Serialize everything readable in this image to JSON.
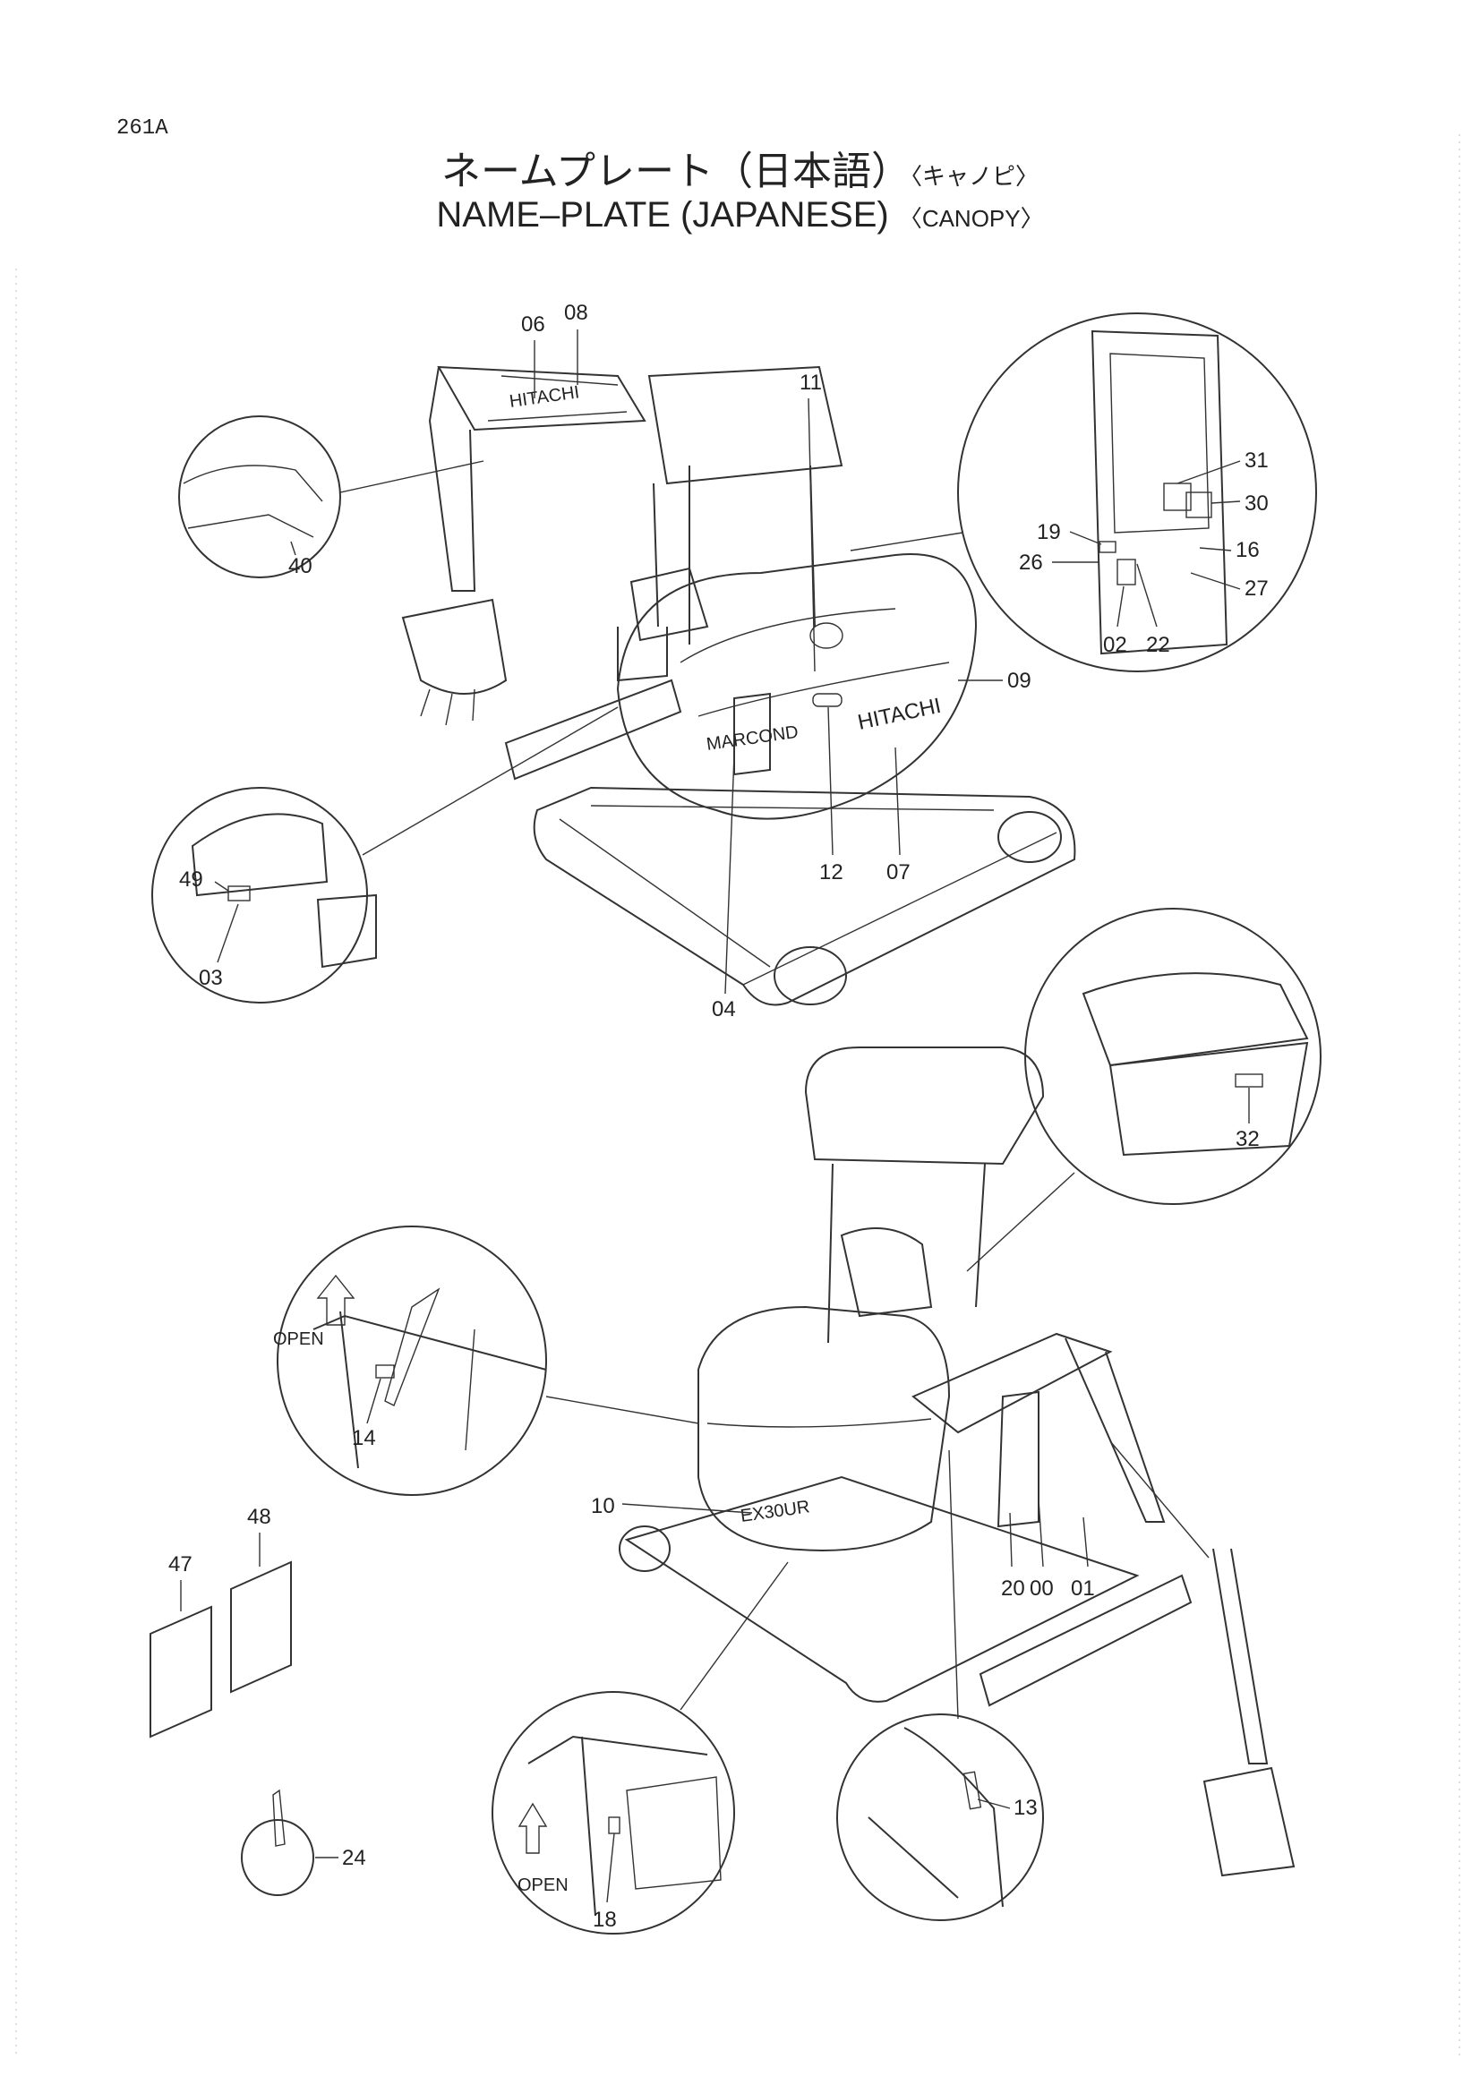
{
  "header": {
    "page_code": "261A",
    "title_jp": "ネームプレート（日本語）",
    "title_jp_variant": "〈キャノピ〉",
    "title_en": "NAME–PLATE (JAPANESE)",
    "title_en_variant": "〈CANOPY〉"
  },
  "drawing": {
    "callouts": [
      "06",
      "08",
      "11",
      "31",
      "30",
      "19",
      "16",
      "26",
      "27",
      "02",
      "22",
      "09",
      "40",
      "07",
      "12",
      "49",
      "04",
      "03",
      "32",
      "14",
      "10",
      "20",
      "00",
      "01",
      "48",
      "47",
      "13",
      "24",
      "18"
    ],
    "brand_text": "HITACHI",
    "model_text": "EX30UR",
    "open_label": "OPEN"
  }
}
